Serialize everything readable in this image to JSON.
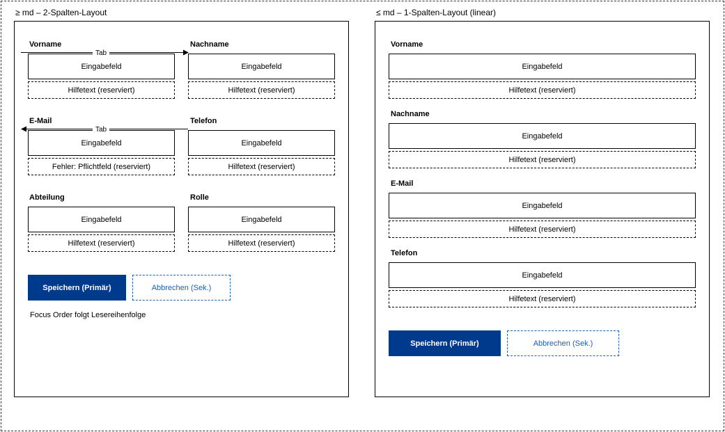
{
  "two_col": {
    "title": "≥ md – 2-Spalten-Layout",
    "fields": [
      {
        "label": "Vorname",
        "input": "Eingabefeld",
        "help": "Hilfetext (reserviert)"
      },
      {
        "label": "Nachname",
        "input": "Eingabefeld",
        "help": "Hilfetext (reserviert)"
      },
      {
        "label": "E-Mail",
        "input": "Eingabefeld",
        "help": "Fehler: Pflichtfeld (reserviert)"
      },
      {
        "label": "Telefon",
        "input": "Eingabefeld",
        "help": "Hilfetext (reserviert)"
      },
      {
        "label": "Abteilung",
        "input": "Eingabefeld",
        "help": "Hilfetext (reserviert)"
      },
      {
        "label": "Rolle",
        "input": "Eingabefeld",
        "help": "Hilfetext (reserviert)"
      }
    ],
    "tab_arrows": [
      "Tab",
      "Tab"
    ],
    "primary_button": "Speichern (Primär)",
    "secondary_button": "Abbrechen (Sek.)",
    "note": "Focus Order folgt Lesereihenfolge"
  },
  "one_col": {
    "title": "≤ md – 1-Spalten-Layout (linear)",
    "fields": [
      {
        "label": "Vorname",
        "input": "Eingabefeld",
        "help": "Hilfetext (reserviert)"
      },
      {
        "label": "Nachname",
        "input": "Eingabefeld",
        "help": "Hilfetext (reserviert)"
      },
      {
        "label": "E-Mail",
        "input": "Eingabefeld",
        "help": "Hilfetext (reserviert)"
      },
      {
        "label": "Telefon",
        "input": "Eingabefeld",
        "help": "Hilfetext (reserviert)"
      }
    ],
    "primary_button": "Speichern (Primär)",
    "secondary_button": "Abbrechen (Sek.)"
  },
  "colors": {
    "primary": "#003a8c",
    "secondary_text": "#1a5fb4",
    "border": "#000000"
  }
}
